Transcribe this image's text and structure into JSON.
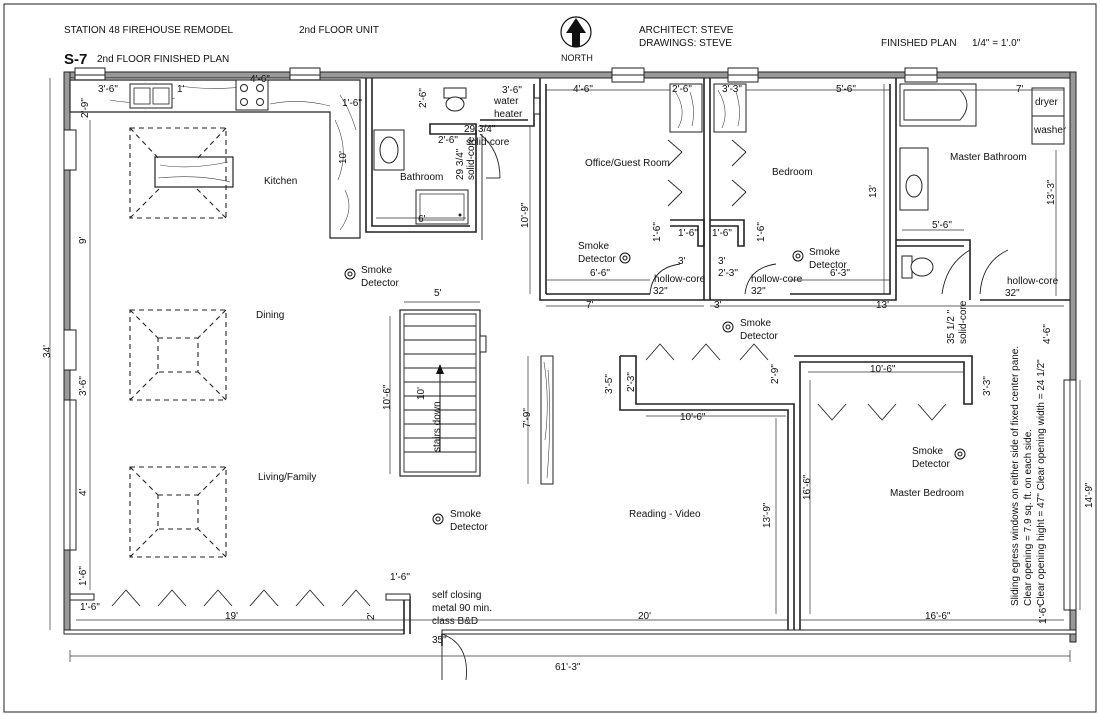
{
  "header": {
    "project": "STATION 48  FIREHOUSE REMODEL",
    "unit": "2nd FLOOR  UNIT",
    "north": "NORTH",
    "architect": "ARCHITECT: STEVE",
    "drawings": "DRAWINGS: STEVE",
    "plan_type": "FINISHED PLAN",
    "scale": "1/4\" = 1'.0\"",
    "sheet": "S-7",
    "sheet_title": "2nd FLOOR FINISHED PLAN"
  },
  "rooms": {
    "kitchen": "Kitchen",
    "dining": "Dining",
    "living": "Living/Family",
    "bathroom": "Bathroom",
    "office": "Office/Guest Room",
    "bedroom": "Bedroom",
    "master_bath": "Master Bathroom",
    "reading": "Reading - Video",
    "master_bed": "Master Bedroom",
    "stairs": "stairs down",
    "water_heater_1": "water",
    "water_heater_2": "heater",
    "dryer": "dryer",
    "washer": "washer"
  },
  "smoke_detector": [
    "Smoke",
    "Detector"
  ],
  "doors": {
    "solid_core": "solid-core",
    "hollow_core": "hollow-core",
    "d32": "32\"",
    "d35": "35\"",
    "d35_half": "35 1/2 \"",
    "d29": "29 3/4\""
  },
  "entry_note": [
    "self closing",
    "metal 90 min.",
    "class B&D"
  ],
  "egress_note": [
    "Sliding egress windows on either side of fixed center pane.",
    "Clear opening = 7.9 sq. ft. on each side.",
    "Clear opening hight = 47\"  Clear opening width = 24 1/2\""
  ],
  "dims": {
    "overall_w": "61'-3\"",
    "overall_h": "34'",
    "d3_6": "3'-6\"",
    "d1": "1'",
    "d1_6": "1'-6\"",
    "d2_9": "2'-9\"",
    "d10": "10'",
    "d2_6": "2'-6\"",
    "d6": "6'",
    "d4_6": "4'-6\"",
    "d3_3": "3'-3\"",
    "d5_6": "5'-6\"",
    "d7": "7'",
    "d13": "13'",
    "d13_3": "13'-3\"",
    "d10_9": "10'-9\"",
    "d9": "9'",
    "d5": "5'",
    "d10_6": "10'-6\"",
    "d6_6": "6'-6\"",
    "d6_3": "6'-3\"",
    "d2_3": "2'-3\"",
    "d3": "3'",
    "d3_5": "3'-5\"",
    "d7_9": "7'-9\"",
    "d13_9": "13'-9\"",
    "d16_6": "16'-6\"",
    "d14_9": "14'-9\"",
    "d4": "4'",
    "d19": "19'",
    "d20": "20'",
    "d2": "2'",
    "d4_6b": "4'-6\""
  }
}
